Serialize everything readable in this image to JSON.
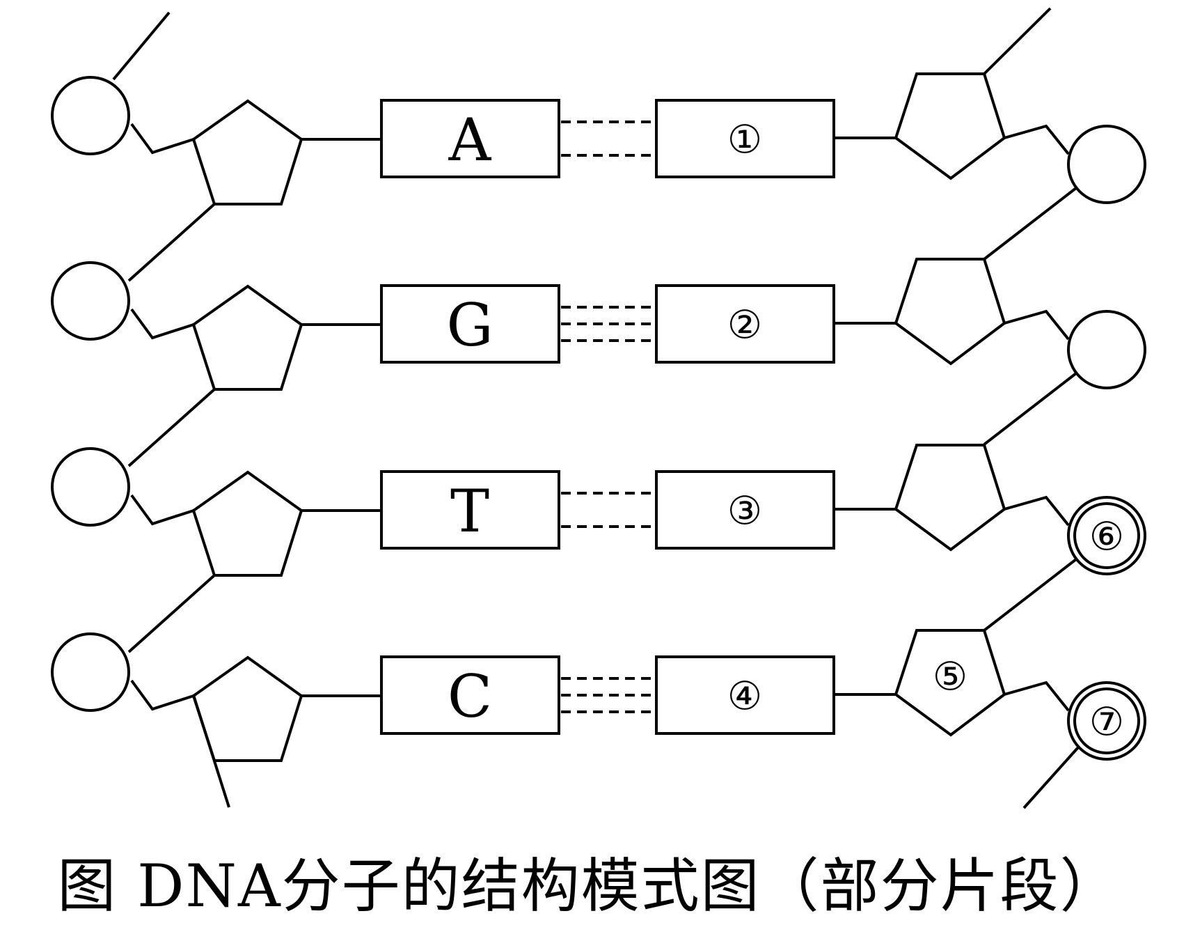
{
  "left_bases": [
    "A",
    "G",
    "T",
    "C"
  ],
  "hydrogen_bonds": [
    2,
    3,
    2,
    3
  ],
  "right_bases": [
    "①",
    "②",
    "③",
    "④"
  ],
  "sugar_label": "⑤",
  "phosphate_labels": [
    "⑥",
    "⑦"
  ],
  "caption": "图 DNA分子的结构模式图（部分片段）"
}
